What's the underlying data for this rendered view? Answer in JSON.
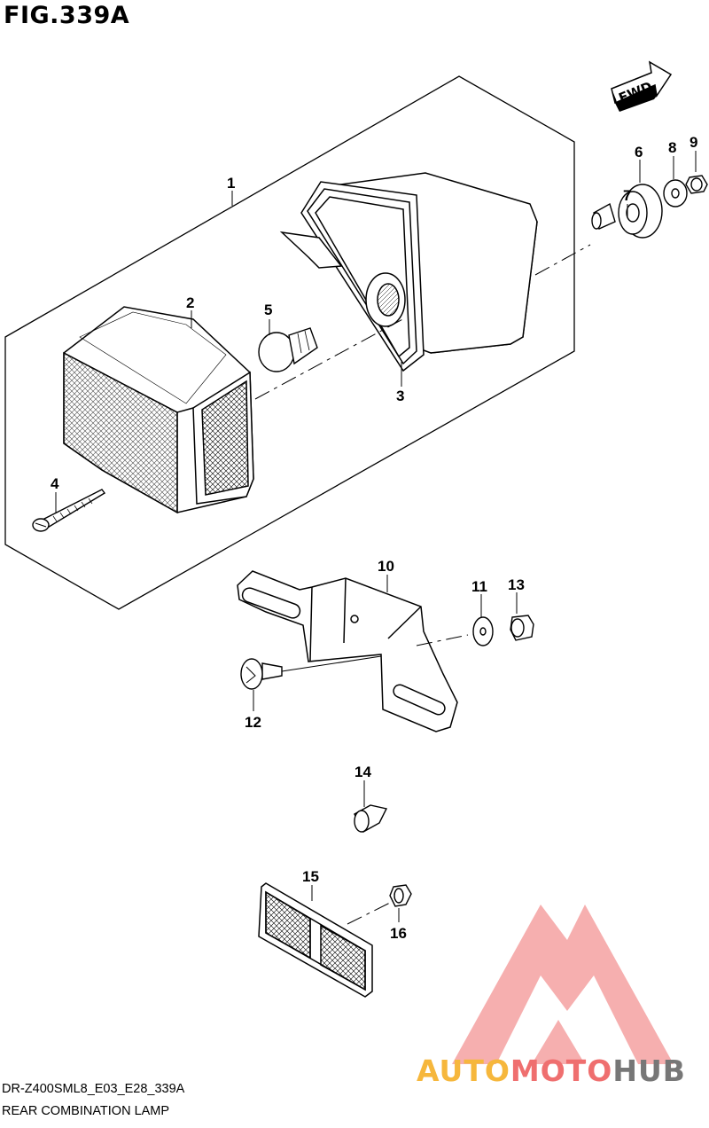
{
  "figure": {
    "title": "FIG.339A",
    "code": "DR-Z400SML8_E03_E28_339A",
    "name": "REAR COMBINATION LAMP"
  },
  "direction_arrow": {
    "label": "FWD"
  },
  "callouts": [
    "1",
    "2",
    "3",
    "4",
    "5",
    "6",
    "7",
    "8",
    "9",
    "10",
    "11",
    "12",
    "13",
    "14",
    "15",
    "16"
  ],
  "watermark": {
    "part1": "AUTO",
    "part2": "MOTO",
    "part3": "HUB",
    "colors": {
      "auto": "#f6b73c",
      "moto": "#ef6f6f",
      "hub": "#777777"
    }
  }
}
